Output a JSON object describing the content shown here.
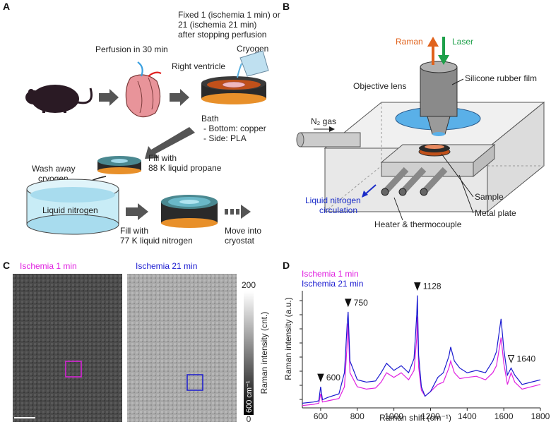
{
  "panels": {
    "a": "A",
    "b": "B",
    "c": "C",
    "d": "D"
  },
  "panel_a": {
    "fixed_line1": "Fixed 1 (ischemia 1 min) or",
    "fixed_line2": "21 (ischemia 21 min)",
    "fixed_line3": "after stopping perfusion",
    "cryogen": "Cryogen",
    "perfusion": "Perfusion in 30 min",
    "right_ventricle": "Right ventricle",
    "bath": "Bath",
    "bath_bottom": "- Bottom: copper",
    "bath_side": "- Side: PLA",
    "fill_propane_1": "Fill with",
    "fill_propane_2": "88 K liquid propane",
    "wash_1": "Wash away",
    "wash_2": "cryogen",
    "liquid_nitrogen": "Liquid nitrogen",
    "fill_n2_1": "Fill with",
    "fill_n2_2": "77 K liquid nitrogen",
    "move_1": "Move into",
    "move_2": "cryostat"
  },
  "panel_b": {
    "raman": "Raman",
    "laser": "Laser",
    "objective": "Objective lens",
    "silicone": "Silicone rubber film",
    "n2_gas": "N₂ gas",
    "ln2_circ_1": "Liquid nitrogen",
    "ln2_circ_2": "circulation",
    "sample": "Sample",
    "metal_plate": "Metal plate",
    "heater": "Heater & thermocouple",
    "colors": {
      "raman": "#e0621c",
      "laser": "#1ea04a",
      "blue": "#1a2cc8"
    }
  },
  "panel_c": {
    "title_1": "Ischemia 1 min",
    "title_21": "Ischemia 21 min",
    "colorbar_max": "200",
    "colorbar_min": "0",
    "colorbar_inner": "600 cm⁻¹",
    "colorbar_label": "Raman intensity (cnt.)",
    "colors": {
      "ischemia1": "#e020e0",
      "ischemia21": "#1a1ad0"
    }
  },
  "chart_data": {
    "type": "line",
    "xlabel": "Raman shift (cm⁻¹)",
    "ylabel": "Raman intensity (a.u.)",
    "xlim": [
      500,
      1800
    ],
    "x_ticks": [
      600,
      800,
      1000,
      1200,
      1400,
      1600,
      1800
    ],
    "legend": [
      "Ischemia 1 min",
      "Ischemia 21 min"
    ],
    "annotations": [
      {
        "label": "600",
        "x": 600,
        "marker": "filled"
      },
      {
        "label": "750",
        "x": 750,
        "marker": "filled"
      },
      {
        "label": "1128",
        "x": 1128,
        "marker": "filled"
      },
      {
        "label": "1640",
        "x": 1640,
        "marker": "open"
      }
    ],
    "series": [
      {
        "name": "Ischemia 1 min",
        "color": "#e020e0",
        "x": [
          500,
          560,
          590,
          600,
          610,
          640,
          700,
          730,
          745,
          750,
          760,
          800,
          850,
          900,
          930,
          960,
          1000,
          1040,
          1080,
          1110,
          1125,
          1128,
          1135,
          1150,
          1170,
          1200,
          1240,
          1270,
          1300,
          1310,
          1330,
          1360,
          1400,
          1450,
          1500,
          1540,
          1560,
          1585,
          1600,
          1620,
          1640,
          1660,
          1700,
          1750,
          1800
        ],
        "y": [
          0.02,
          0.03,
          0.04,
          0.12,
          0.05,
          0.06,
          0.08,
          0.18,
          0.55,
          0.72,
          0.3,
          0.18,
          0.16,
          0.17,
          0.22,
          0.3,
          0.26,
          0.3,
          0.24,
          0.32,
          0.6,
          0.78,
          0.35,
          0.15,
          0.1,
          0.14,
          0.2,
          0.22,
          0.34,
          0.4,
          0.3,
          0.25,
          0.26,
          0.27,
          0.24,
          0.3,
          0.36,
          0.6,
          0.38,
          0.2,
          0.3,
          0.22,
          0.16,
          0.18,
          0.2
        ]
      },
      {
        "name": "Ischemia 21 min",
        "color": "#1a1ad0",
        "x": [
          500,
          560,
          590,
          600,
          610,
          640,
          700,
          730,
          745,
          750,
          760,
          800,
          850,
          900,
          930,
          960,
          1000,
          1040,
          1080,
          1110,
          1125,
          1128,
          1135,
          1150,
          1170,
          1200,
          1240,
          1270,
          1300,
          1310,
          1330,
          1360,
          1400,
          1450,
          1500,
          1540,
          1560,
          1585,
          1600,
          1620,
          1640,
          1660,
          1700,
          1750,
          1800
        ],
        "y": [
          0.04,
          0.05,
          0.06,
          0.18,
          0.07,
          0.09,
          0.12,
          0.3,
          0.72,
          0.82,
          0.4,
          0.24,
          0.22,
          0.23,
          0.3,
          0.38,
          0.32,
          0.36,
          0.3,
          0.42,
          0.8,
          0.96,
          0.45,
          0.18,
          0.1,
          0.14,
          0.26,
          0.3,
          0.44,
          0.52,
          0.4,
          0.34,
          0.3,
          0.32,
          0.3,
          0.4,
          0.48,
          0.76,
          0.5,
          0.28,
          0.34,
          0.28,
          0.2,
          0.22,
          0.24
        ]
      }
    ]
  }
}
